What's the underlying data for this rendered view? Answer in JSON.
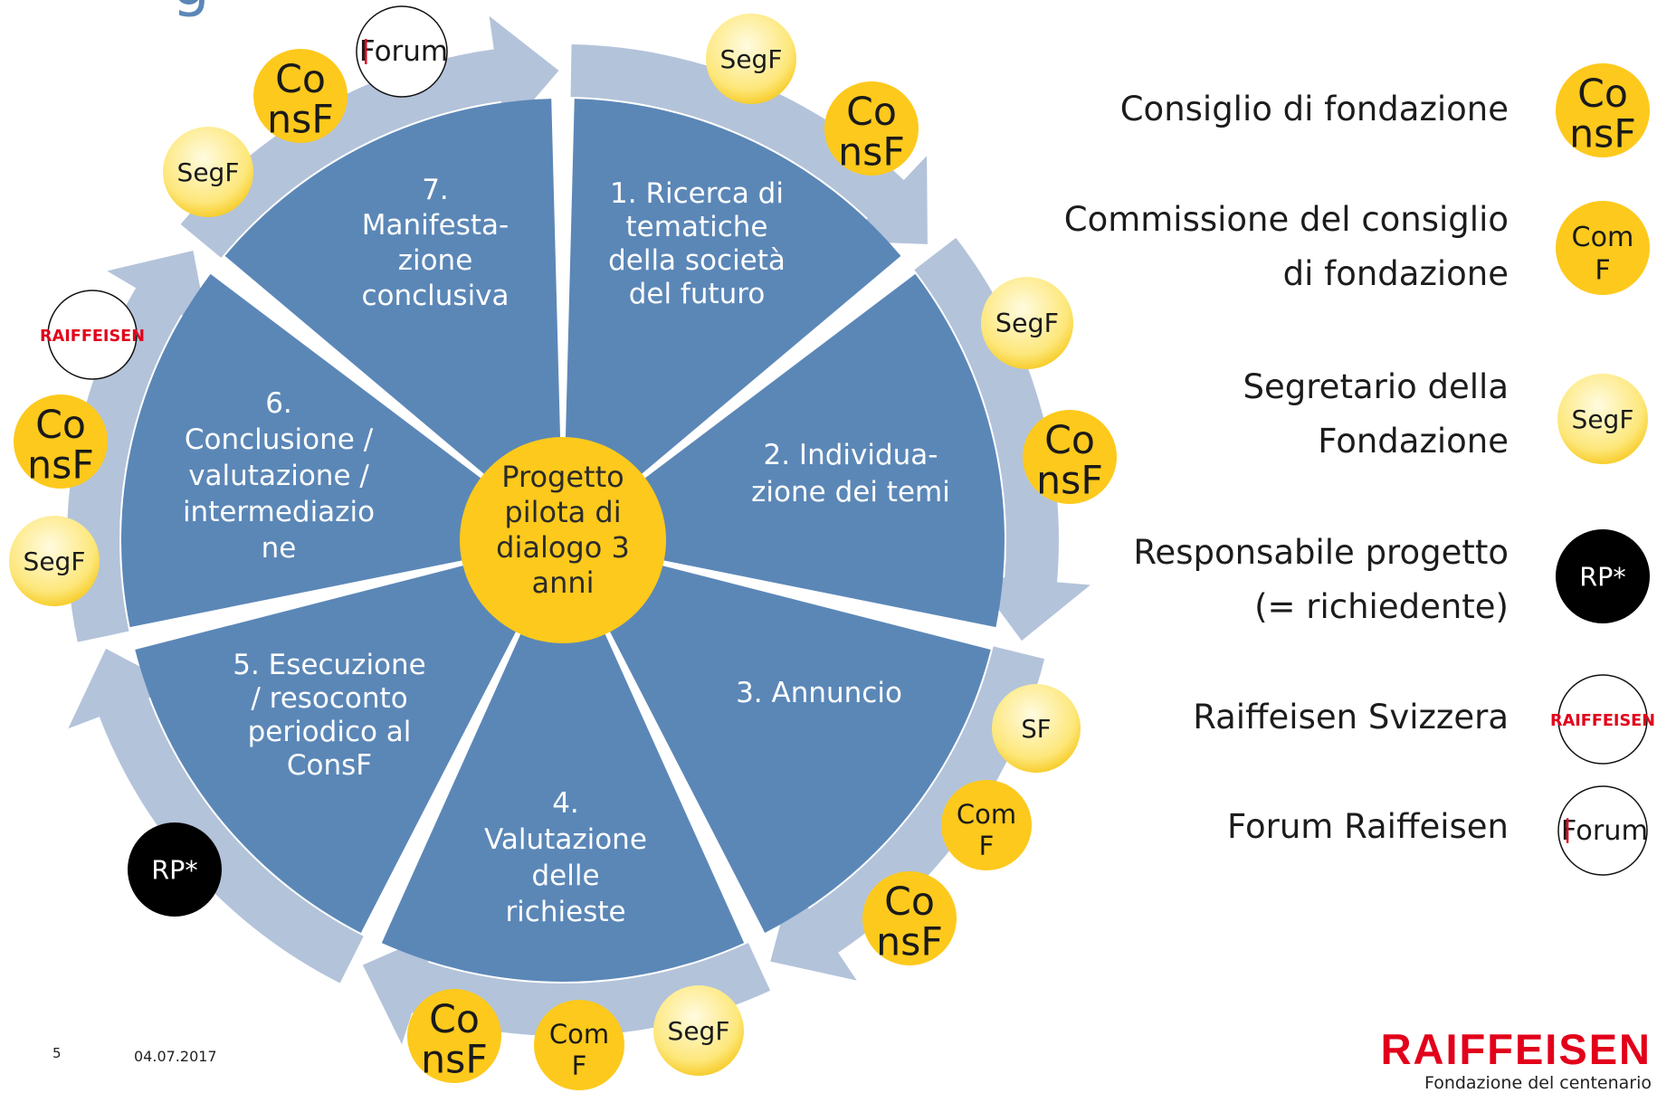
{
  "title_fragment": "g",
  "center_label": [
    "Progetto",
    "pilota di",
    "dialogo 3",
    "anni"
  ],
  "steps": [
    {
      "id": 1,
      "lines": [
        "1. Ricerca di",
        "tematiche",
        "della società",
        "del futuro"
      ]
    },
    {
      "id": 2,
      "lines": [
        "2. Individua-",
        "zione dei temi"
      ]
    },
    {
      "id": 3,
      "lines": [
        "3. Annuncio"
      ]
    },
    {
      "id": 4,
      "lines": [
        "4.",
        "Valutazione",
        "delle",
        "richieste"
      ]
    },
    {
      "id": 5,
      "lines": [
        "5. Esecuzione",
        "/ resoconto",
        "periodico al",
        "ConsF"
      ]
    },
    {
      "id": 6,
      "lines": [
        "6.",
        "Conclusione /",
        "valutazione /",
        "intermediazio",
        "ne"
      ]
    },
    {
      "id": 7,
      "lines": [
        "7.",
        "Manifesta-",
        "zione",
        "conclusiva"
      ]
    }
  ],
  "badges": {
    "consf": [
      "Co",
      "nsF"
    ],
    "comf": [
      "Com",
      "F"
    ],
    "segf": "SegF",
    "sf": "SF",
    "rp": "RP*",
    "raiffeisen_logo": "RAIFFEISEN",
    "forum_logo": "Forum"
  },
  "legend": [
    {
      "key": "consf",
      "label": "Consiglio di fondazione"
    },
    {
      "key": "comf",
      "label": "Commissione del consiglio\ndi fondazione"
    },
    {
      "key": "segf",
      "label": "Segretario della\nFondazione"
    },
    {
      "key": "rp",
      "label": "Responsabile progetto\n(= richiedente)"
    },
    {
      "key": "raiffeisen",
      "label": "Raiffeisen Svizzera"
    },
    {
      "key": "forum",
      "label": "Forum Raiffeisen"
    }
  ],
  "footer": {
    "page_number": "5",
    "date": "04.07.2017",
    "brand_name": "RAIFFEISEN",
    "brand_subtitle": "Fondazione del centenario"
  },
  "colors": {
    "segment": "#5b87b7",
    "arrow": "#b3c3da",
    "center": "#fdc91c",
    "badge_yellow": "#fdc91c",
    "badge_pale": "#fde77a",
    "rp_black": "#000000",
    "brand_red": "#e2001a"
  }
}
